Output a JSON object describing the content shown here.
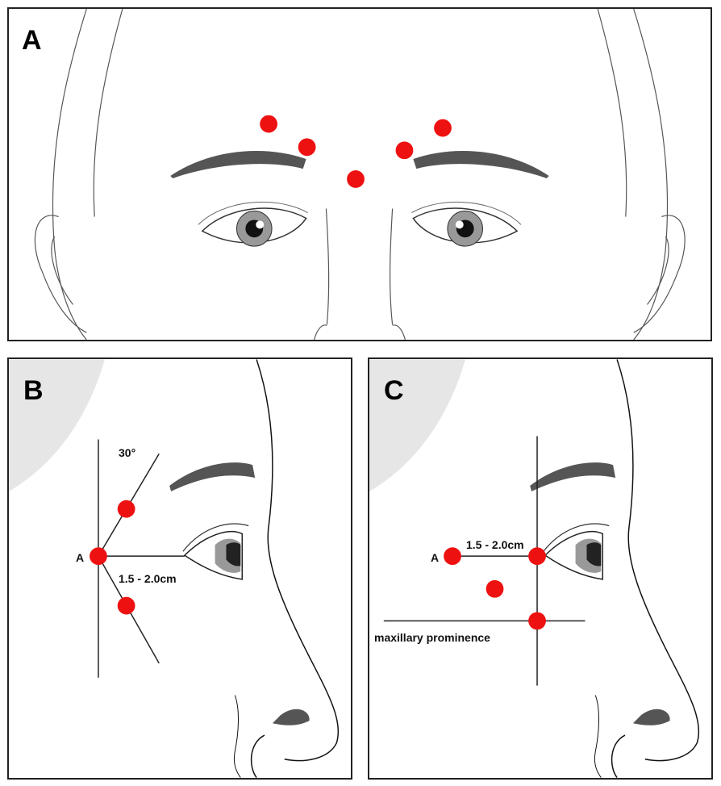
{
  "panels": {
    "a": {
      "letter": "A"
    },
    "b": {
      "letter": "B",
      "angle_label": "30°",
      "point_label": "A",
      "distance_label": "1.5 - 2.0cm"
    },
    "c": {
      "letter": "C",
      "point_label": "A",
      "distance_label": "1.5 - 2.0cm",
      "landmark_label": "maxillary prominence"
    }
  },
  "colors": {
    "injection_point": "#ee1111",
    "eyebrow": "#555555",
    "line": "#222222"
  }
}
